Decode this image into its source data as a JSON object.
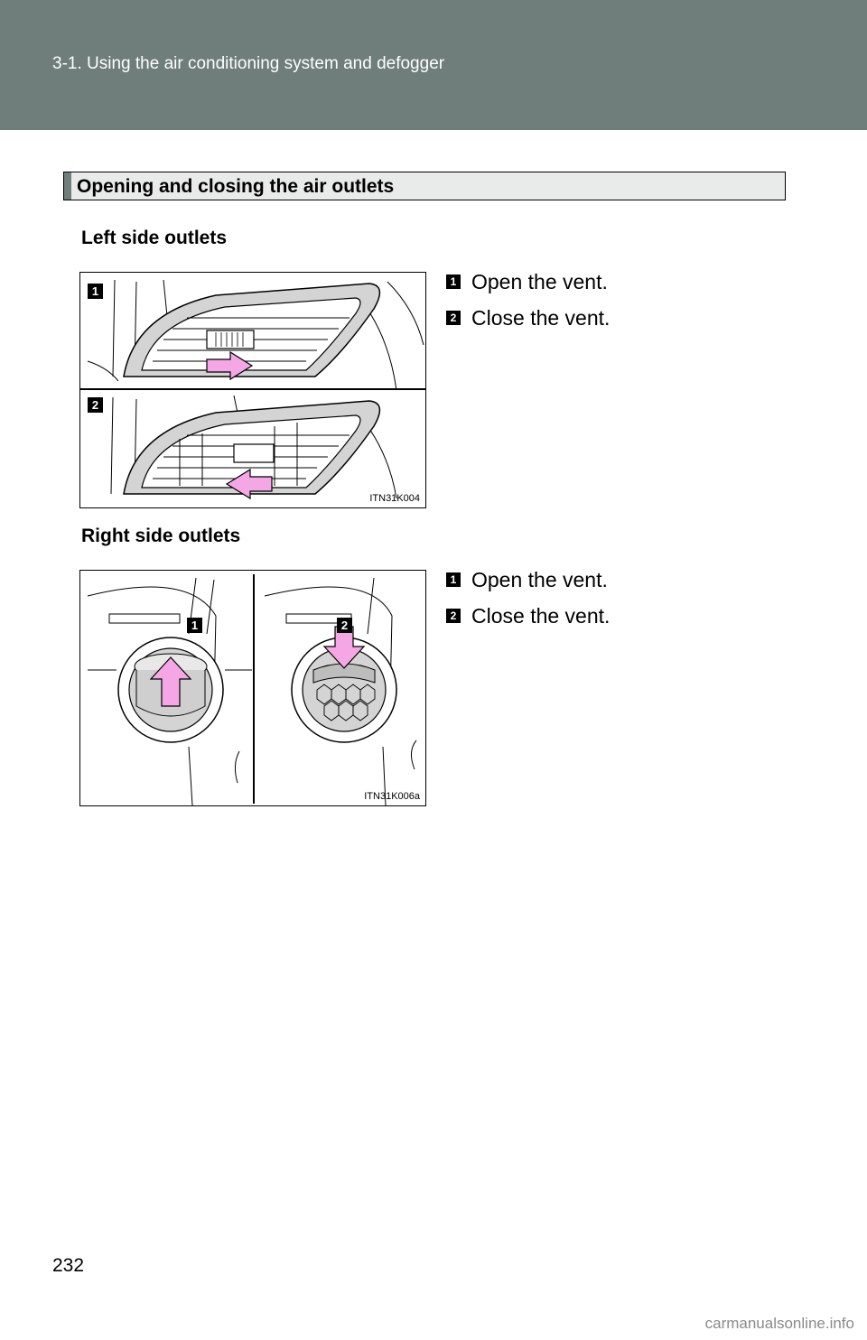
{
  "header": {
    "breadcrumb": "3-1. Using the air conditioning system and defogger"
  },
  "section": {
    "title": "Opening and closing the air outlets"
  },
  "left_outlets": {
    "heading": "Left side outlets",
    "figure_code": "ITN31K004",
    "panel_labels": [
      "1",
      "2"
    ],
    "steps": [
      {
        "number": "1",
        "text": "Open the vent."
      },
      {
        "number": "2",
        "text": "Close the vent."
      }
    ]
  },
  "right_outlets": {
    "heading": "Right side outlets",
    "figure_code": "ITN31K006a",
    "panel_labels": [
      "1",
      "2"
    ],
    "steps": [
      {
        "number": "1",
        "text": "Open the vent."
      },
      {
        "number": "2",
        "text": "Close the vent."
      }
    ]
  },
  "footer": {
    "page_number": "232",
    "watermark": "carmanualsonline.info"
  },
  "colors": {
    "header_band": "#6f7d7b",
    "arrow_fill": "#f4a7e4",
    "vent_gray": "#d4d4d4"
  }
}
